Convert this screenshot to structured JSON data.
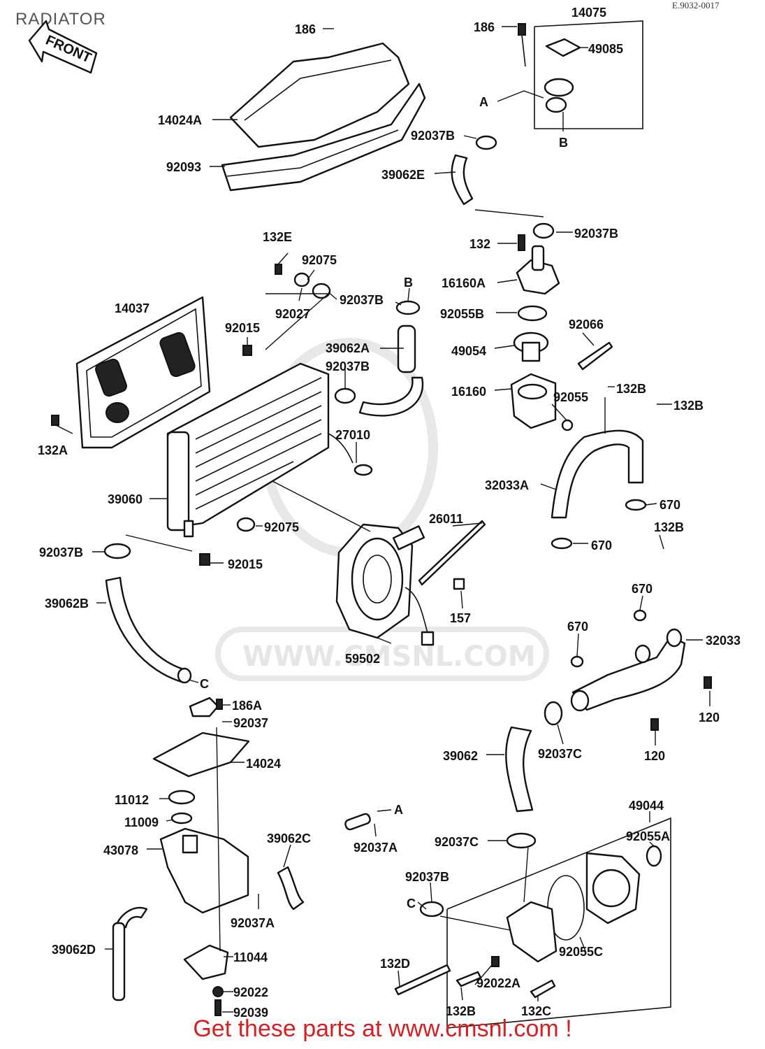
{
  "page": {
    "title": "RADIATOR",
    "diagram_code": "E.9032-0017",
    "footer": "Get these parts at www.cmsnl.com !",
    "watermark": "WWW.CMSNL.COM",
    "front_arrow_label": "FRONT"
  },
  "labels": {
    "l186a": "186",
    "l186b": "186",
    "l14075": "14075",
    "l49085": "49085",
    "lA1": "A",
    "lB1": "B",
    "l14024A": "14024A",
    "l92093": "92093",
    "l92037B_1": "92037B",
    "l39062E": "39062E",
    "l92037B_2": "92037B",
    "l132": "132",
    "l16160A": "16160A",
    "l132E": "132E",
    "l92075_1": "92075",
    "l92027": "92027",
    "l92037B_3": "92037B",
    "lB2": "B",
    "l92055B": "92055B",
    "l14037": "14037",
    "l92015_1": "92015",
    "l92066": "92066",
    "l39062A": "39062A",
    "l49054": "49054",
    "l92037B_4": "92037B",
    "l16160": "16160",
    "l92055": "92055",
    "l132B_1": "132B",
    "l132B_2": "132B",
    "l132A": "132A",
    "l27010": "27010",
    "l32033A": "32033A",
    "l670_1": "670",
    "l39060": "39060",
    "l132B_3": "132B",
    "l92075_2": "92075",
    "l26011": "26011",
    "l670_2": "670",
    "l92037B_5": "92037B",
    "l92015_2": "92015",
    "l670_3": "670",
    "l39062B": "39062B",
    "l157": "157",
    "l670_4": "670",
    "l32033": "32033",
    "l59502": "59502",
    "lC1": "C",
    "l120_1": "120",
    "l186A": "186A",
    "l92037": "92037",
    "l120_2": "120",
    "l39062": "39062",
    "l92037C_1": "92037C",
    "l14024": "14024",
    "l11012": "11012",
    "l11009": "11009",
    "lA2": "A",
    "l49044": "49044",
    "l39062C": "39062C",
    "l92037A_1": "92037A",
    "l43078": "43078",
    "l92037C_2": "92037C",
    "l92055A": "92055A",
    "l92037B_6": "92037B",
    "lC2": "C",
    "l92037A_2": "92037A",
    "l39062D": "39062D",
    "l11044": "11044",
    "l92055C": "92055C",
    "l132D": "132D",
    "l92022A": "92022A",
    "l92022": "92022",
    "l132B_4": "132B",
    "l132C": "132C",
    "l92039": "92039"
  }
}
